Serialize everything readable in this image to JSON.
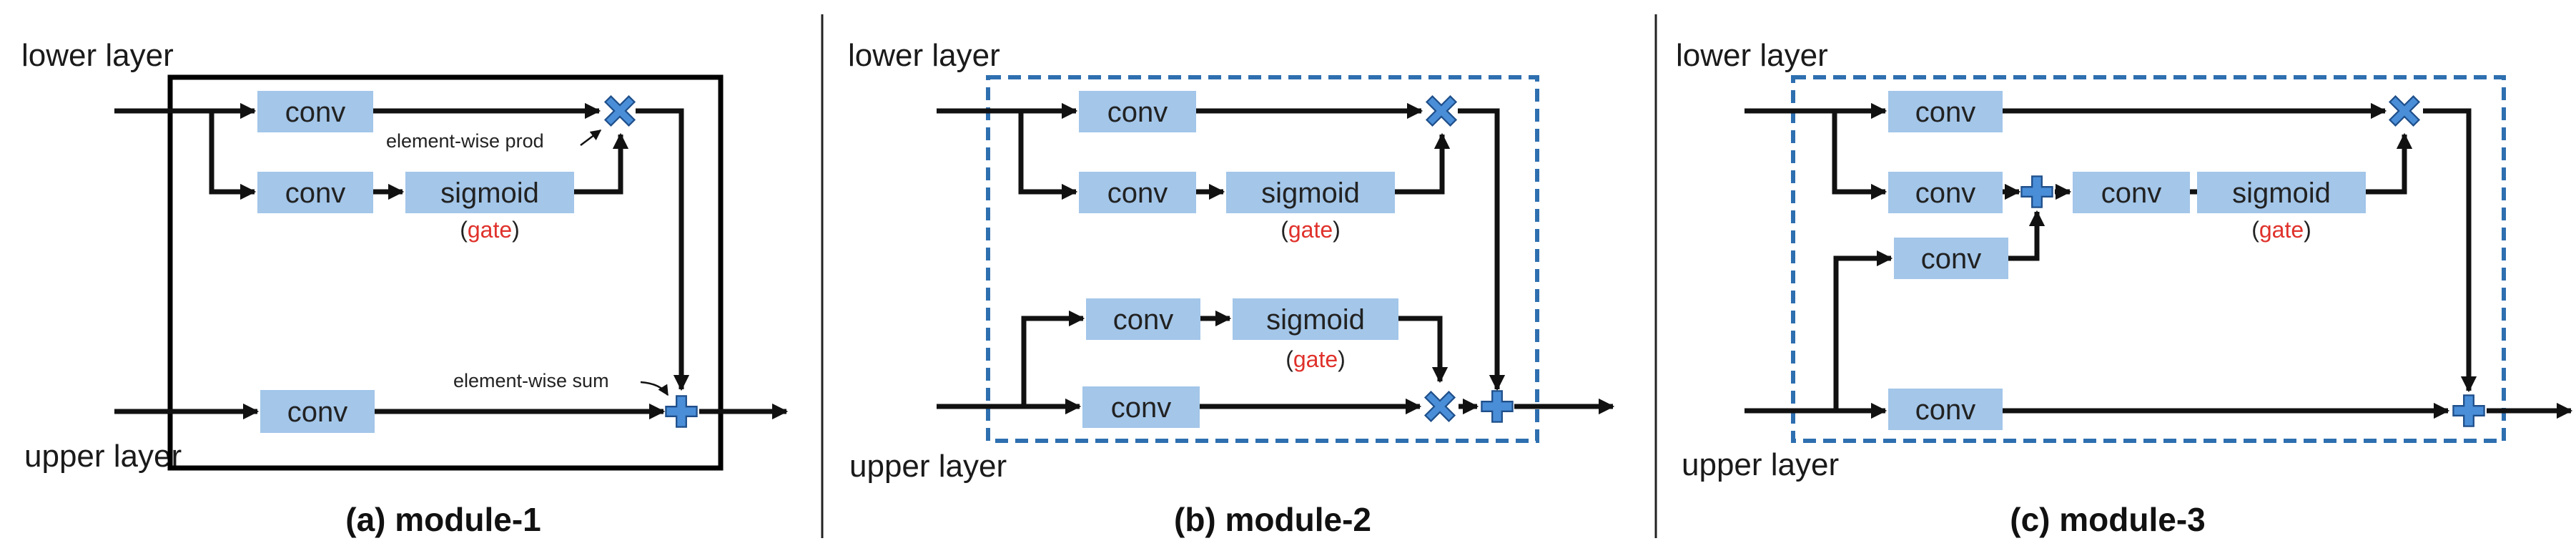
{
  "panels": [
    {
      "id": "a",
      "lower_label": "lower layer",
      "upper_label": "upper layer",
      "caption": "(a) module-1",
      "boxes": {
        "conv": "conv",
        "sigmoid": "sigmoid"
      },
      "gate_open": "(",
      "gate_word": "gate",
      "gate_close": ")",
      "annotations": {
        "prod": "element-wise prod",
        "sum": "element-wise sum"
      }
    },
    {
      "id": "b",
      "lower_label": "lower layer",
      "upper_label": "upper layer",
      "caption": "(b) module-2",
      "boxes": {
        "conv": "conv",
        "sigmoid": "sigmoid"
      },
      "gate_open": "(",
      "gate_word": "gate",
      "gate_close": ")"
    },
    {
      "id": "c",
      "lower_label": "lower layer",
      "upper_label": "upper layer",
      "caption": "(c) module-3",
      "boxes": {
        "conv": "conv",
        "sigmoid": "sigmoid"
      },
      "gate_open": "(",
      "gate_word": "gate",
      "gate_close": ")"
    }
  ],
  "colors": {
    "box_fill": "#a3c6e9",
    "operator_fill": "#4a8ed8",
    "module_border_solid": "#000000",
    "module_border_dashed": "#2e6fb0",
    "gate_text": "#e0312b"
  }
}
